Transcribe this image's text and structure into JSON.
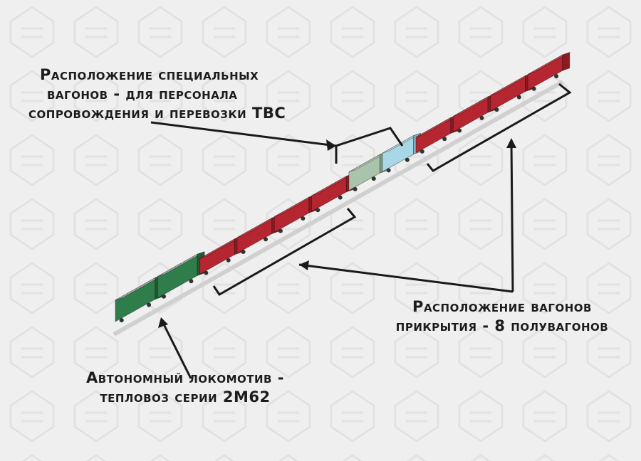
{
  "labels": {
    "special": {
      "line1": "Расположение специальных",
      "line2": "вагонов - для персонала",
      "line3": "сопровождения и перевозки ТВС"
    },
    "cover": {
      "line1": "Расположение вагонов",
      "line2": "прикрытия - 8 полувагонов"
    },
    "loco": {
      "line1": "Автономный локомотив -",
      "line2": "тепловоз серии 2М62"
    }
  },
  "colors": {
    "background": "#efefef",
    "pattern": "#e4e4e4",
    "gondola_side": "#b52630",
    "gondola_top": "#d8434c",
    "gondola_end": "#8e1a22",
    "locomotive": "#2f7d4a",
    "locomotive_roof": "#b9bfc2",
    "service_car": "#a9c4aa",
    "tank_car": "#a8d7e8",
    "leader_line": "#1a1a1a"
  },
  "train": {
    "locomotive_sections": 2,
    "gondolas_front": 4,
    "service_cars": 2,
    "gondolas_rear": 4
  }
}
